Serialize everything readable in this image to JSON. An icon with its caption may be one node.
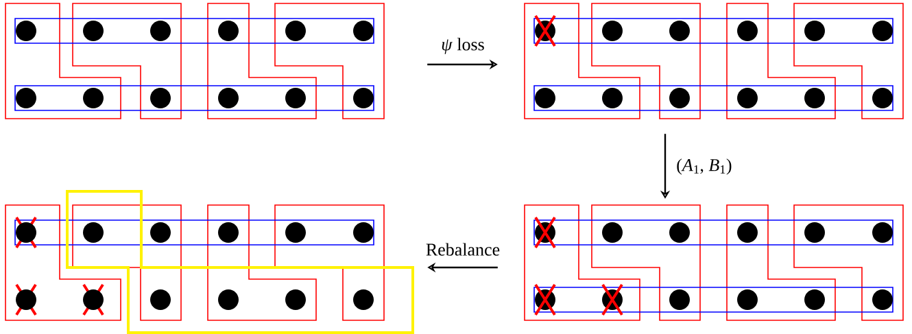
{
  "diagram": {
    "nodes": [
      {
        "text": [],
        "shape": "picture"
      },
      {
        "text": [],
        "shape": "picture"
      },
      {
        "text": [],
        "shape": "picture"
      },
      {
        "text": [],
        "shape": "picture"
      }
    ],
    "edges": [
      {
        "from": 0,
        "to": 1,
        "arrow": "to",
        "label": "*ψ* loss"
      },
      {
        "from": 1,
        "to": 2,
        "arrow": "to",
        "label": "(*A*$_{1}$, *B*$_{1}$)"
      },
      {
        "from": 2,
        "to": 3,
        "arrow": "to",
        "label": "Rebalance"
      }
    ]
  }
}
